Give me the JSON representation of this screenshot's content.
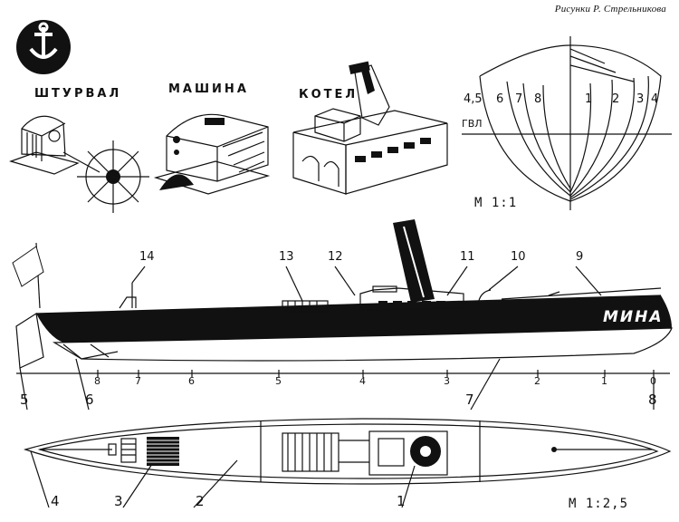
{
  "credit": "Рисунки Р. Стрельникова",
  "component_labels": {
    "helm": "ШТУРВАЛ",
    "engine": "МАШИНА",
    "boiler": "КОТЕЛ"
  },
  "body_plan": {
    "station_labels": [
      "4,5",
      "6",
      "7",
      "8",
      "1",
      "2",
      "3",
      "4"
    ],
    "waterline_label": "ГВЛ",
    "scale": "М 1:1"
  },
  "side_view": {
    "boat_name": "МИНА",
    "callouts": [
      "14",
      "13",
      "12",
      "11",
      "10",
      "9",
      "5",
      "6",
      "7",
      "8"
    ],
    "station_marks": [
      "8",
      "7",
      "6",
      "5",
      "4",
      "3",
      "2",
      "1",
      "0"
    ]
  },
  "plan_view": {
    "callouts": [
      "4",
      "3",
      "2",
      "1"
    ],
    "scale": "М 1:2,5"
  }
}
